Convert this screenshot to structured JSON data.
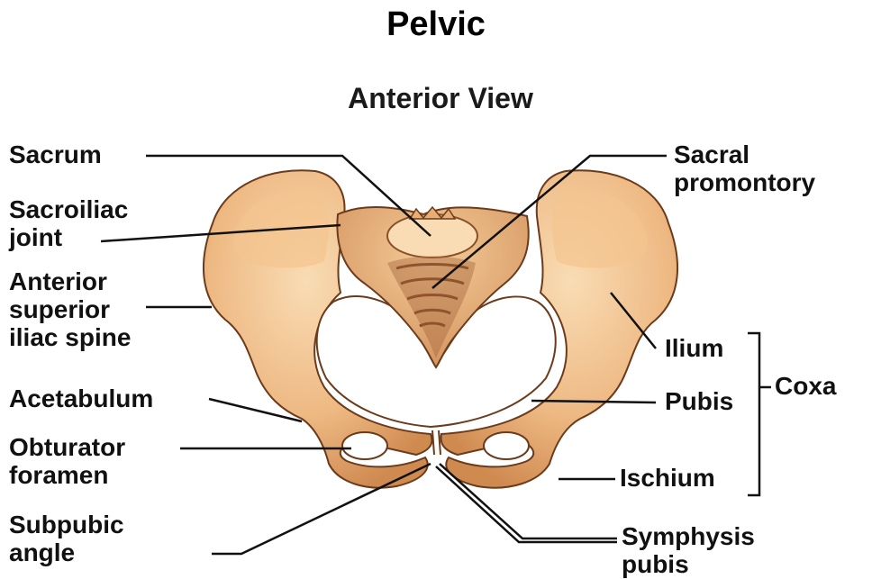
{
  "title": "Pelvic",
  "subtitle": "Anterior View",
  "labels": {
    "sacrum": "Sacrum",
    "sacroiliac_joint": [
      "Sacroiliac",
      "joint"
    ],
    "asis": [
      "Anterior",
      "superior",
      "iliac spine"
    ],
    "acetabulum": "Acetabulum",
    "obturator_foramen": [
      "Obturator",
      "foramen"
    ],
    "subpubic_angle": [
      "Subpubic",
      "angle"
    ],
    "sacral_promontory": [
      "Sacral",
      "promontory"
    ],
    "ilium": "Ilium",
    "pubis": "Pubis",
    "ischium": "Ischium",
    "coxa": "Coxa",
    "symphysis_pubis": [
      "Symphysis",
      "pubis"
    ]
  },
  "colors": {
    "bone_light": "#f7d5a8",
    "bone_mid": "#e9ae73",
    "bone_dark": "#c98248",
    "sacrum_dark": "#a9683f",
    "outline": "#6b3b1c",
    "line": "#111111"
  }
}
